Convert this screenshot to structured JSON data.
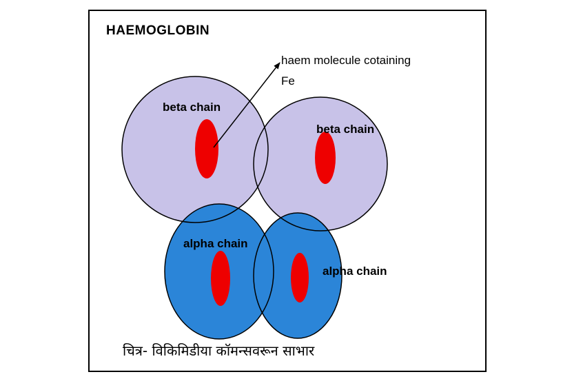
{
  "title": "HAEMOGLOBIN",
  "annotation": {
    "line1": "haem molecule cotaining",
    "line2": "Fe"
  },
  "labels": {
    "beta_left": "beta chain",
    "beta_right": "beta chain",
    "alpha_left": "alpha chain",
    "alpha_right": "alpha chain"
  },
  "caption": "चित्र- विकिमिडीया कॉमन्सवरून साभार",
  "colors": {
    "beta_chain_fill": "#c8c2e8",
    "alpha_chain_fill": "#2b85d8",
    "haem_fill": "#ee0000",
    "outline": "#000000"
  }
}
